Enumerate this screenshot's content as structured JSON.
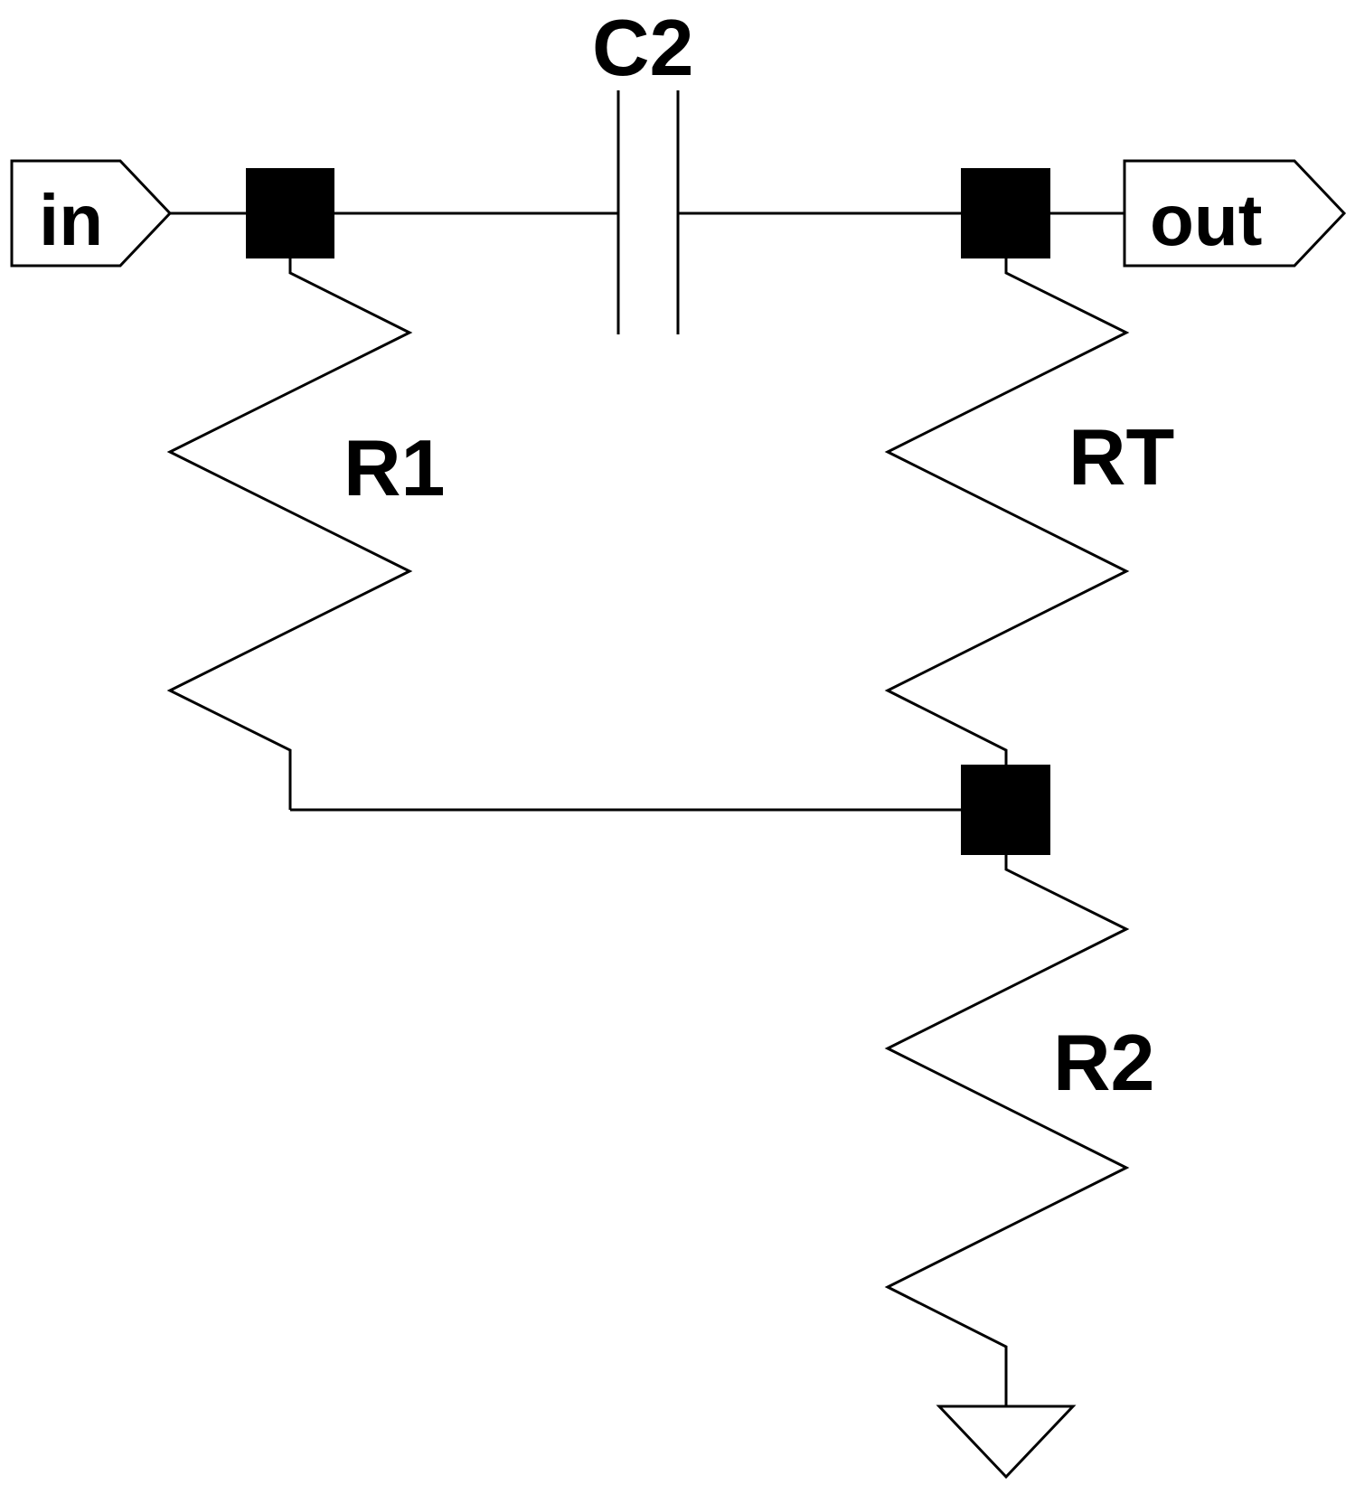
{
  "diagram": {
    "type": "circuit-schematic",
    "colors": {
      "stroke": "#000000",
      "background": "#ffffff"
    },
    "ports": {
      "input": {
        "label": "in"
      },
      "output": {
        "label": "out"
      }
    },
    "components": {
      "capacitor": {
        "label": "C2"
      },
      "resistor_1": {
        "label": "R1"
      },
      "resistor_t": {
        "label": "RT"
      },
      "resistor_2": {
        "label": "R2"
      }
    },
    "connections": [
      [
        "in",
        "C2"
      ],
      [
        "in",
        "R1"
      ],
      [
        "C2",
        "out"
      ],
      [
        "C2",
        "RT"
      ],
      [
        "RT",
        "R2"
      ],
      [
        "R1",
        "R2"
      ],
      [
        "R2",
        "ground"
      ]
    ]
  }
}
